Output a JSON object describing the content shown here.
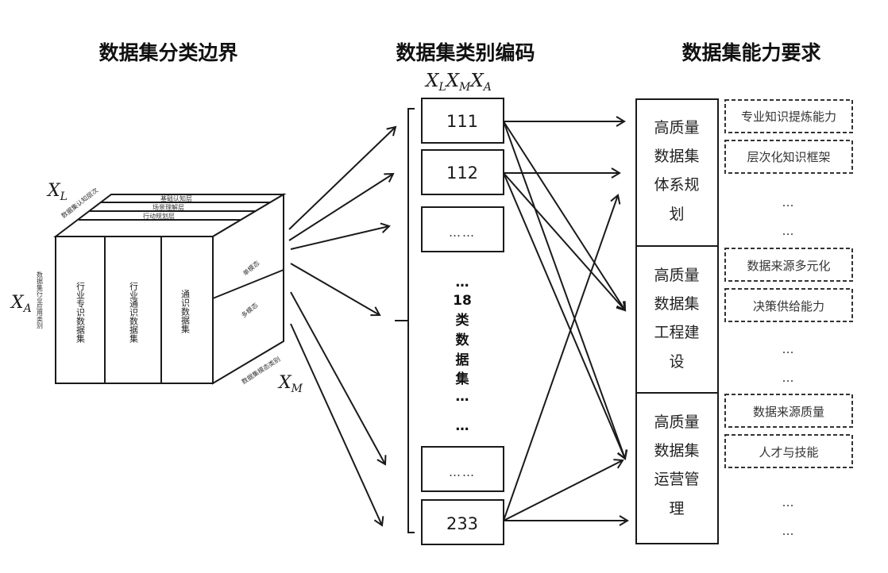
{
  "titles": {
    "left": "数据集分类边界",
    "middle": "数据集类别编码",
    "right": "数据集能力要求"
  },
  "cube": {
    "axis_l": "X",
    "axis_l_sub": "L",
    "axis_a": "X",
    "axis_a_sub": "A",
    "axis_m": "X",
    "axis_m_sub": "M",
    "top_axis_label": "数据集认知层次",
    "left_axis_label": "数据集行业应用类别",
    "bottom_axis_label": "数据集模态类别",
    "top_layers": [
      "基础认知层",
      "场景理解层",
      "行动规划层"
    ],
    "front_columns": [
      "行业专识数据集",
      "行业通识数据集",
      "通识数据集"
    ],
    "right_faces": [
      "单模态",
      "多模态"
    ]
  },
  "codes": {
    "header": {
      "x1": "X",
      "s1": "L",
      "x2": "X",
      "s2": "M",
      "x3": "X",
      "s3": "A"
    },
    "items": [
      "111",
      "112",
      "……",
      "……",
      "233"
    ],
    "middle_dots_top": "…",
    "middle_count": "18",
    "middle_label_chars": [
      "类",
      "数",
      "据",
      "集"
    ],
    "middle_dots_bottom_1": "…",
    "middle_dots_bottom_2": "…"
  },
  "requirements": [
    {
      "lines": [
        "高质量",
        "数据集",
        "体系规",
        "划"
      ],
      "items": [
        "专业知识提炼能力",
        "层次化知识框架"
      ],
      "ellipses": [
        "…",
        "…"
      ]
    },
    {
      "lines": [
        "高质量",
        "数据集",
        "工程建",
        "设"
      ],
      "items": [
        "数据来源多元化",
        "决策供给能力"
      ],
      "ellipses": [
        "…",
        "…"
      ]
    },
    {
      "lines": [
        "高质量",
        "数据集",
        "运营管",
        "理"
      ],
      "items": [
        "数据来源质量",
        "人才与技能"
      ],
      "ellipses": [
        "…",
        "…"
      ]
    }
  ]
}
